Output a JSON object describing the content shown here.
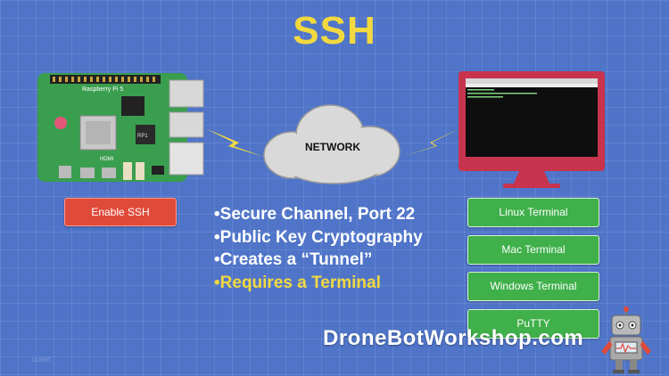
{
  "title": "SSH",
  "network_label": "NETWORK",
  "enable_button": "Enable SSH",
  "board": {
    "brand_text": "Raspberry Pi 5",
    "chip_text": "RP1",
    "hdmi_text": "HDMI"
  },
  "bullets": [
    {
      "text": "•Secure Channel, Port 22",
      "highlight": false
    },
    {
      "text": "•Public Key Cryptography",
      "highlight": false
    },
    {
      "text": "•Creates a “Tunnel”",
      "highlight": false
    },
    {
      "text": "•Requires a Terminal",
      "highlight": true
    }
  ],
  "terminals": [
    {
      "label": "Linux Terminal"
    },
    {
      "label": "Mac Terminal"
    },
    {
      "label": "Windows Terminal"
    },
    {
      "label": "PuTTY"
    }
  ],
  "watermark": "DroneBotWorkshop.com",
  "corner_text": "CLIENT",
  "colors": {
    "background": "#4f74c8",
    "title": "#f2d93f",
    "highlight": "#f2d93f",
    "enable_button": "#e04a3a",
    "terminal_button": "#3fb04a",
    "monitor": "#c8334e",
    "board": "#3a9e4f"
  }
}
